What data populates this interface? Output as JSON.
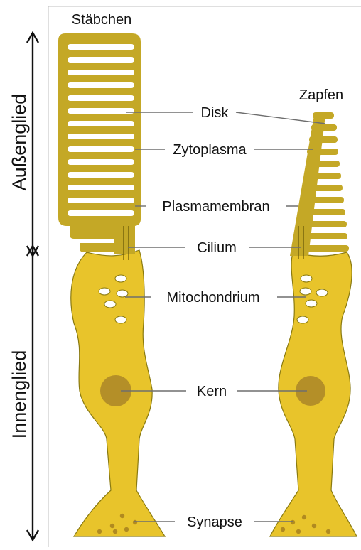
{
  "labels": {
    "rod": "Stäbchen",
    "cone": "Zapfen",
    "disk": "Disk",
    "cytoplasm": "Zytoplasma",
    "plasma_membrane": "Plasmamembran",
    "cilium": "Cilium",
    "mitochondrion": "Mitochondrium",
    "nucleus": "Kern",
    "synapse": "Synapse"
  },
  "side_labels": {
    "outer_segment": "Außenglied",
    "inner_segment": "Innenglied"
  },
  "colors": {
    "outer_segment": "#c4a826",
    "inner_segment": "#e8c42b",
    "nucleus": "#b48f28",
    "vesicle": "#b08a20"
  }
}
